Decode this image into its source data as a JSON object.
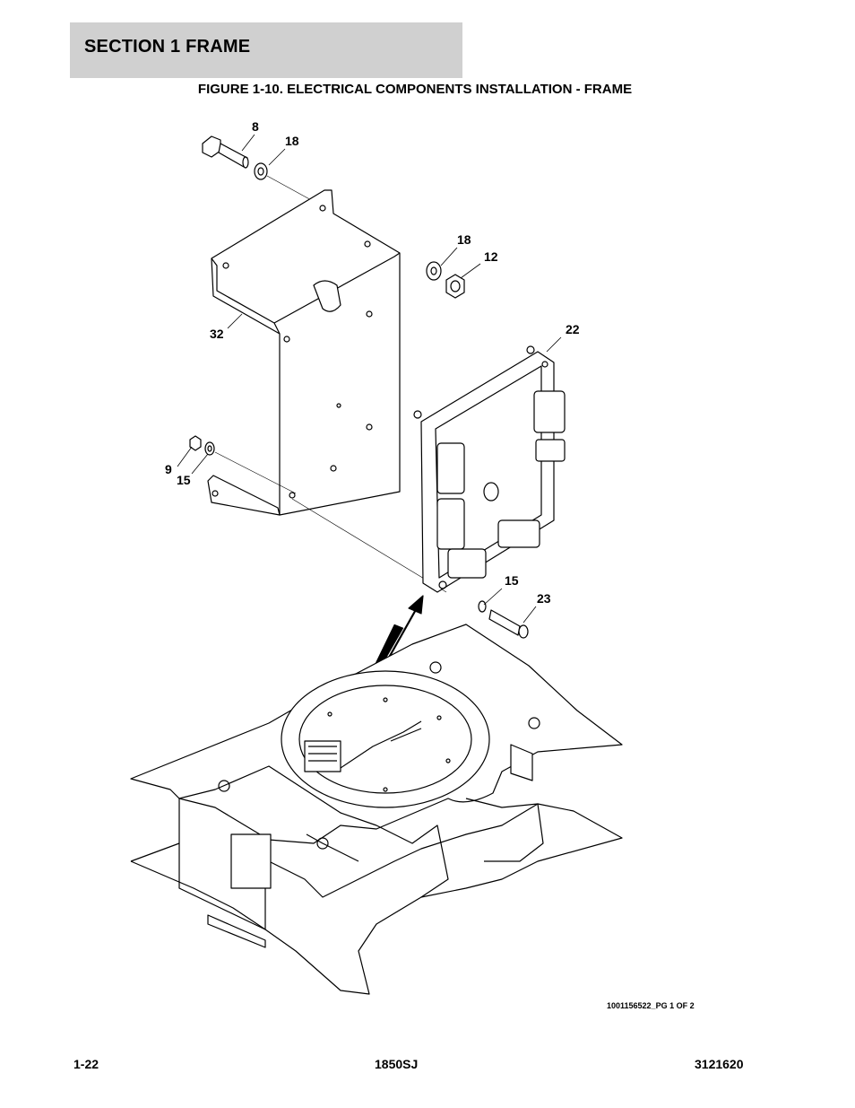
{
  "header": {
    "section_title": "SECTION 1  FRAME",
    "figure_title": "FIGURE 1-10. ELECTRICAL COMPONENTS INSTALLATION - FRAME"
  },
  "callouts": [
    {
      "id": "c8",
      "label": "8"
    },
    {
      "id": "c18a",
      "label": "18"
    },
    {
      "id": "c18b",
      "label": "18"
    },
    {
      "id": "c12",
      "label": "12"
    },
    {
      "id": "c32",
      "label": "32"
    },
    {
      "id": "c22",
      "label": "22"
    },
    {
      "id": "c9",
      "label": "9"
    },
    {
      "id": "c15a",
      "label": "15"
    },
    {
      "id": "c15b",
      "label": "15"
    },
    {
      "id": "c23",
      "label": "23"
    }
  ],
  "drawing_code": "1001156522_PG 1 OF 2",
  "footer": {
    "page_number": "1-22",
    "model": "1850SJ",
    "manual_number": "3121620"
  },
  "colors": {
    "header_band": "#d0d0d0",
    "line_art": "#000000"
  }
}
